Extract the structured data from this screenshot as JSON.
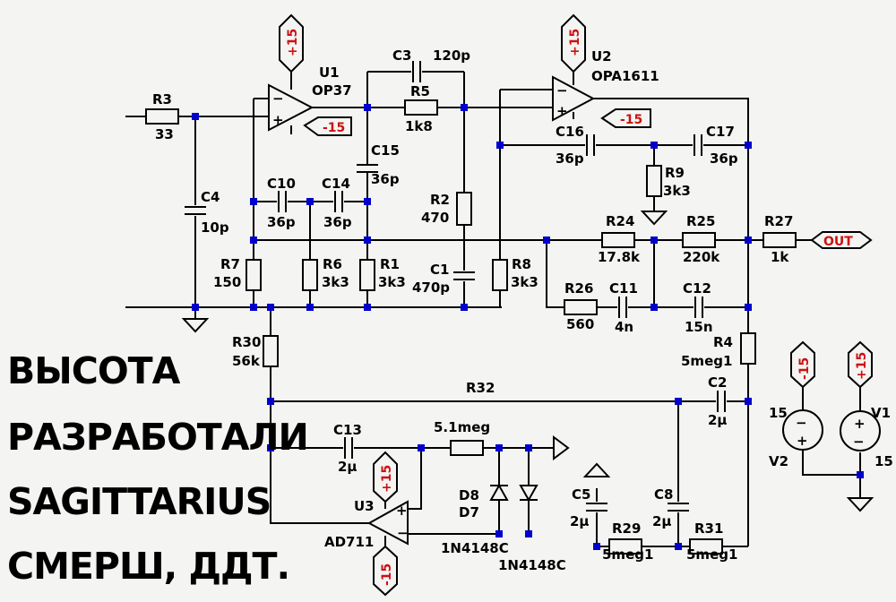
{
  "overlay_lines": [
    "ВЫСОТА",
    "РАЗРАБОТАЛИ",
    "SAGITTARIUS",
    "СМЕРШ, ДДТ."
  ],
  "labels": {
    "U1": "U1",
    "U1v": "OP37",
    "U2": "U2",
    "U2v": "OPA1611",
    "U3": "U3",
    "U3v": "AD711",
    "R3": "R3",
    "R3v": "33",
    "C4": "C4",
    "C4v": "10p",
    "C3": "C3",
    "C3v": "120p",
    "R5": "R5",
    "R5v": "1k8",
    "C15": "C15",
    "C15v": "36p",
    "C10": "C10",
    "C10v": "36p",
    "C14": "C14",
    "C14v": "36p",
    "R2": "R2",
    "R2v": "470",
    "C1": "C1",
    "C1v": "470p",
    "R7": "R7",
    "R7v": "150",
    "R6": "R6",
    "R6v": "3k3",
    "R1": "R1",
    "R1v": "3k3",
    "R8": "R8",
    "R8v": "3k3",
    "C16": "C16",
    "C16v": "36p",
    "C17": "C17",
    "C17v": "36p",
    "R9": "R9",
    "R9v": "3k3",
    "R24": "R24",
    "R24v": "17.8k",
    "R25": "R25",
    "R25v": "220k",
    "R27": "R27",
    "R27v": "1k",
    "R26": "R26",
    "R26v": "560",
    "C11": "C11",
    "C11v": "4n",
    "C12": "C12",
    "C12v": "15n",
    "R30": "R30",
    "R30v": "56k",
    "R4": "R4",
    "R4v": "5meg1",
    "R32": "R32",
    "C2": "C2",
    "C2v": "2µ",
    "C13": "C13",
    "C13v": "2µ",
    "Rm": "5.1meg",
    "D8": "D8",
    "D7": "D7",
    "D8v": "1N4148C",
    "D7v": "1N4148C",
    "C5": "C5",
    "C5v": "2µ",
    "C8": "C8",
    "C8v": "2µ",
    "R29": "R29",
    "R29v": "5meg1",
    "R31": "R31",
    "R31v": "5meg1",
    "V1": "V1",
    "V1v": "15",
    "V2": "V2",
    "V2v": "15"
  },
  "flags": {
    "p15": "+15",
    "m15": "-15",
    "out": "OUT"
  }
}
